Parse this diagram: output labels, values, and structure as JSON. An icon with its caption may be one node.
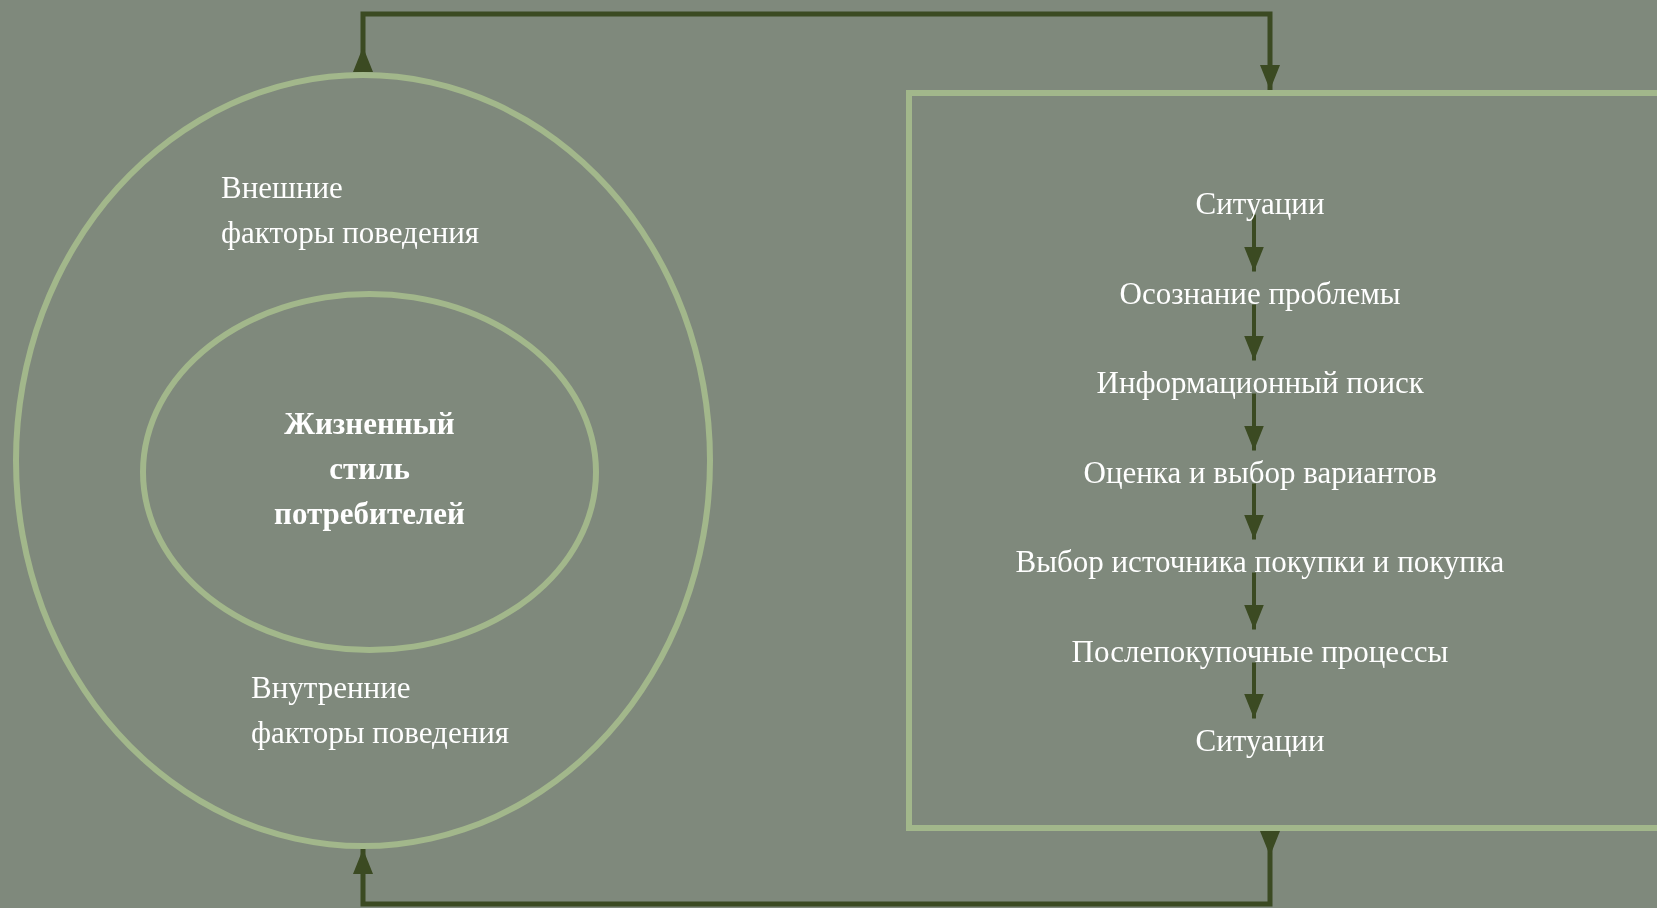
{
  "diagram": {
    "nodes": [
      {
        "text": [
          "Внешние факторы поведения",
          "Внутренние факторы поведения"
        ]
      },
      {
        "text": [
          "Жизненный стиль потребителей"
        ],
        "in": 0
      },
      {
        "text": [],
        "shape": "box"
      },
      {
        "text": [
          "Ситуации"
        ],
        "in": 2
      },
      {
        "text": [
          "Осознание проблемы"
        ],
        "in": 2
      },
      {
        "text": [
          "Информационный поиск"
        ],
        "in": 2
      },
      {
        "text": [
          "Оценка и выбор вариантов"
        ],
        "in": 2
      },
      {
        "text": [
          "Выбор источника покупки и покупка"
        ],
        "in": 2
      },
      {
        "text": [
          "Послепокупочные процессы"
        ],
        "in": 2
      },
      {
        "text": [
          "Ситуации"
        ],
        "in": 2
      }
    ],
    "edges": [
      {
        "from": 0,
        "to": 2,
        "arrow": "to"
      },
      {
        "from": 2,
        "to": 0,
        "arrow": "to"
      },
      {
        "from": 3,
        "to": 4,
        "arrow": "to"
      },
      {
        "from": 4,
        "to": 5,
        "arrow": "to"
      },
      {
        "from": 5,
        "to": 6,
        "arrow": "to"
      },
      {
        "from": 6,
        "to": 7,
        "arrow": "to"
      },
      {
        "from": 7,
        "to": 8,
        "arrow": "to"
      },
      {
        "from": 8,
        "to": 9,
        "arrow": "to"
      }
    ]
  }
}
